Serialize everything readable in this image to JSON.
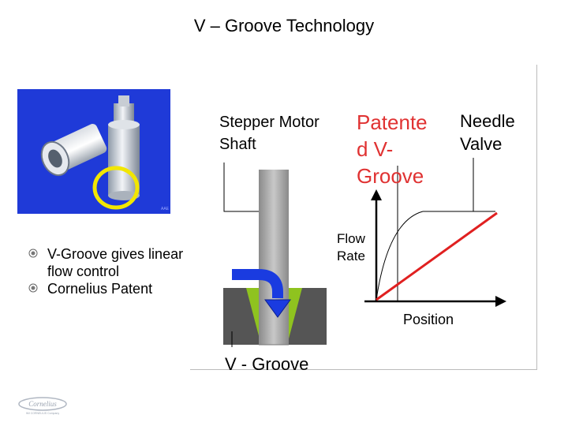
{
  "title": "V – Groove Technology",
  "photo": {
    "description_icon": "needle-valve-photo",
    "corner_text": "AAE"
  },
  "bullets": [
    "V-Groove gives linear flow control",
    "Cornelius Patent"
  ],
  "diagram": {
    "stepper_label": "Stepper Motor\nShaft",
    "patent_label": "Patente\nd V-\nGroove",
    "needle_label": "Needle\nValve",
    "flow_label": "Flow\nRate",
    "position_label": "Position",
    "vgroove_label": "V - Groove"
  },
  "logo": {
    "text": "Cornelius",
    "subtext": "IMI CORNELIUS Company"
  },
  "colors": {
    "photo_bg": "#1f3ad8",
    "highlight_ring": "#f2e600",
    "groove_green": "#8fc31f",
    "arrow_blue": "#1530e0",
    "patent_red": "#e03232",
    "graph_line": "#e02020"
  }
}
